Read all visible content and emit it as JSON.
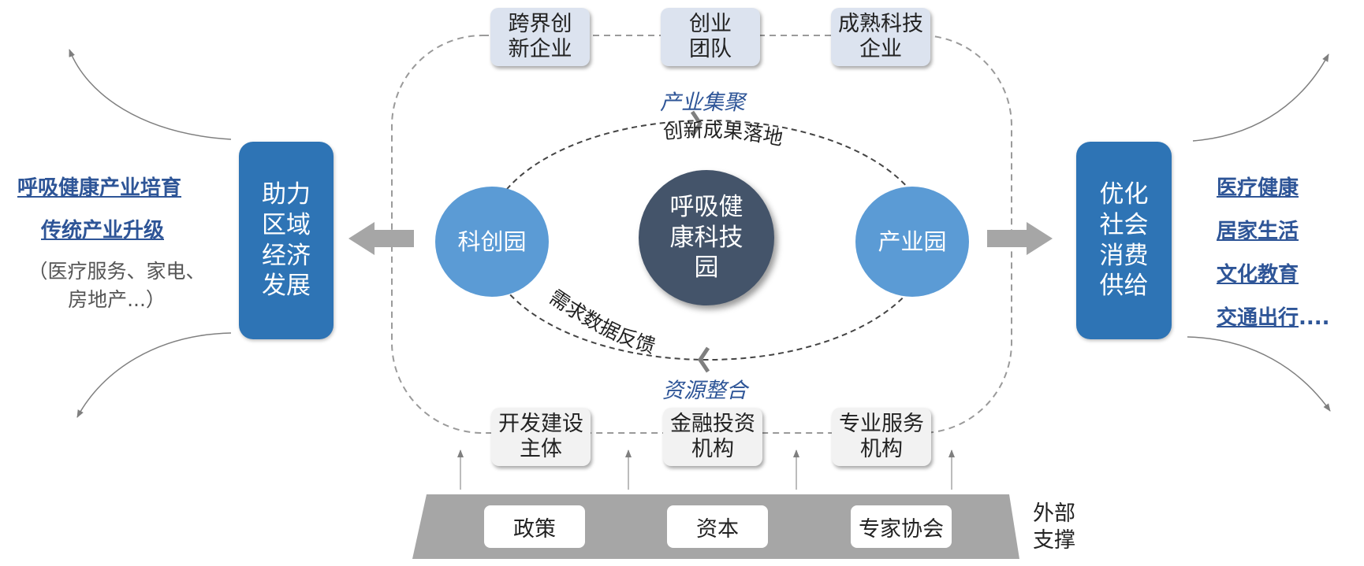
{
  "top_entities": [
    {
      "label": "跨界创\n新企业"
    },
    {
      "label": "创业\n团队"
    },
    {
      "label": "成熟科技\n企业"
    }
  ],
  "bottom_entities": [
    {
      "label": "开发建设\n主体"
    },
    {
      "label": "金融投资\n机构"
    },
    {
      "label": "专业服务\n机构"
    }
  ],
  "flow": {
    "top_label": "产业集聚",
    "bottom_label": "资源整合",
    "upper_arc_label": "创新成果落地",
    "lower_arc_label": "需求数据反馈"
  },
  "circles": {
    "left": "科创园",
    "center": "呼吸健\n康科技\n园",
    "right": "产业园"
  },
  "left_panel": {
    "box_label": "助力\n区域\n经济\n发展",
    "links": [
      "呼吸健康产业培育",
      "传统产业升级"
    ],
    "note": "（医疗服务、家电、\n房地产...）"
  },
  "right_panel": {
    "box_label": "优化\n社会\n消费\n供给",
    "links": [
      "医疗健康",
      "居家生活",
      "文化教育",
      "交通出行"
    ],
    "last_suffix": "...."
  },
  "support": {
    "items": [
      "政策",
      "资本",
      "专家协会"
    ],
    "side_label": "外部\n支撑"
  },
  "colors": {
    "primary_blue": "#2e74b5",
    "light_blue": "#5b9bd5",
    "dark_slate": "#44546a",
    "top_box_fill": "#dce3ef",
    "bottom_box_fill": "#f2f2f2",
    "platform_gray": "#a6a6a6",
    "link_blue": "#2e5597"
  }
}
